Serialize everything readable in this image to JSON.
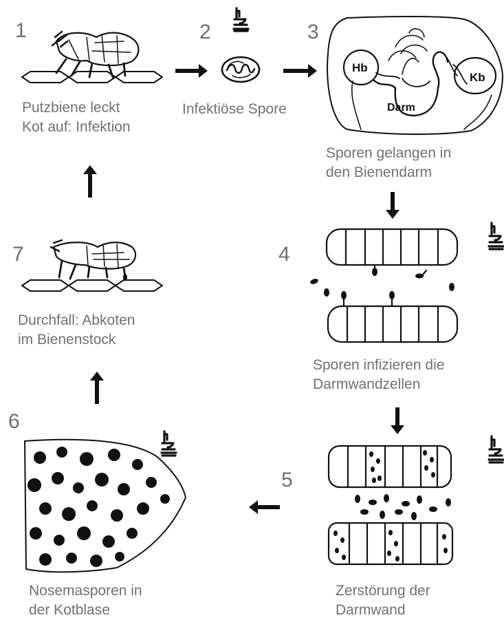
{
  "steps": {
    "s1": {
      "number": "1",
      "caption_line1": "Putzbiene leckt",
      "caption_line2": "Kot auf: Infektion"
    },
    "s2": {
      "number": "2",
      "caption_line1": "Infektiöse Spore"
    },
    "s3": {
      "number": "3",
      "caption_line1": "Sporen gelangen in",
      "caption_line2": "den Bienendarm",
      "labels": {
        "hb": "Hb",
        "darm": "Darm",
        "kb": "Kb"
      }
    },
    "s4": {
      "number": "4",
      "caption_line1": "Sporen infizieren die",
      "caption_line2": "Darmwandzellen"
    },
    "s5": {
      "number": "5",
      "caption_line1": "Zerstörung der",
      "caption_line2": "Darmwand"
    },
    "s6": {
      "number": "6",
      "caption_line1": "Nosemasporen in",
      "caption_line2": "der Kotblase"
    },
    "s7": {
      "number": "7",
      "caption_line1": "Durchfall: Abkoten",
      "caption_line2": "im Bienenstock"
    }
  },
  "icons": [
    "microscope-icon",
    "arrow-right-icon",
    "arrow-down-icon",
    "arrow-left-icon",
    "arrow-up-icon"
  ],
  "colors": {
    "text": "#707070",
    "ink": "#111111"
  }
}
